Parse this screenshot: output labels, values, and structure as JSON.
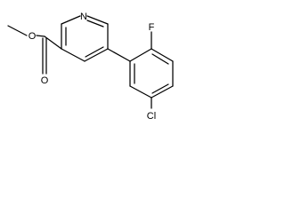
{
  "molecule": {
    "atoms": {
      "ring_nitrogen": "N",
      "fluorine": "F",
      "chlorine": "Cl",
      "ester_oxygen": "O",
      "carbonyl_oxygen": "O"
    }
  }
}
